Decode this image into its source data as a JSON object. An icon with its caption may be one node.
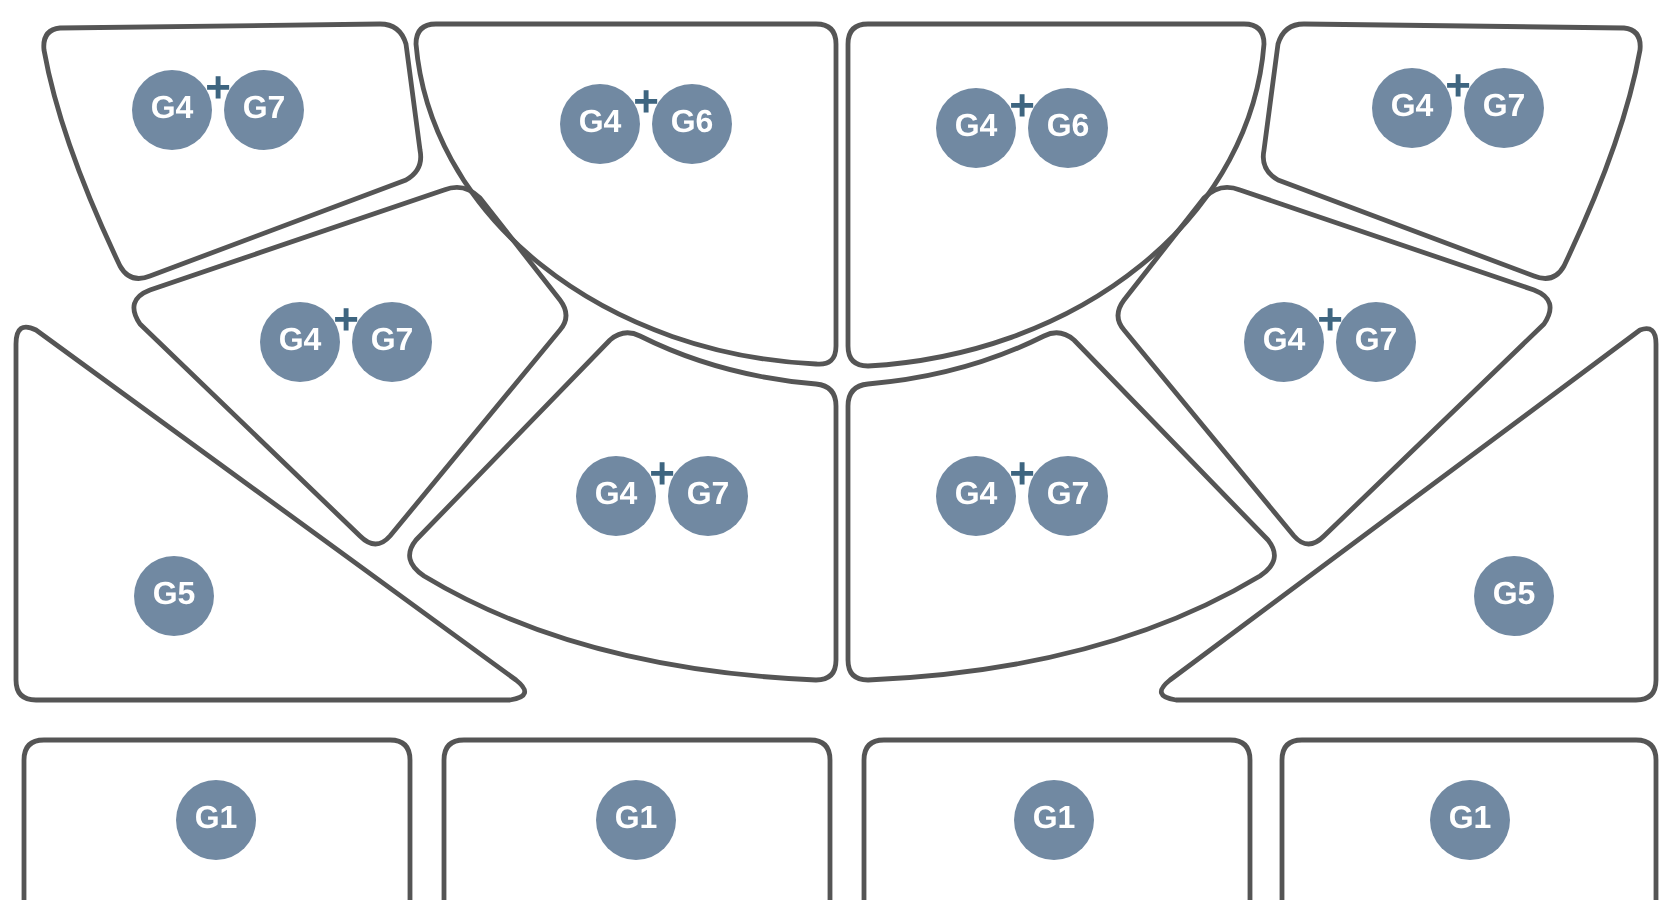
{
  "diagram": {
    "nodes": [
      {
        "text": [],
        "shape": "box"
      },
      {
        "text": [],
        "shape": "box"
      },
      {
        "text": [],
        "shape": "box"
      },
      {
        "text": [],
        "shape": "box"
      },
      {
        "text": [],
        "shape": "box"
      },
      {
        "text": [],
        "shape": "box"
      },
      {
        "text": [],
        "shape": "box"
      },
      {
        "text": [],
        "shape": "box"
      },
      {
        "text": [],
        "shape": "box"
      },
      {
        "text": [],
        "shape": "box"
      },
      {
        "text": [],
        "shape": "box"
      },
      {
        "text": [],
        "shape": "box"
      },
      {
        "text": [],
        "shape": "box"
      },
      {
        "text": [],
        "shape": "box"
      },
      {
        "text": [
          "G4"
        ],
        "in": 0
      },
      {
        "text": [
          "G7"
        ],
        "in": 0
      },
      {
        "text": [
          "G4"
        ],
        "in": 1
      },
      {
        "text": [
          "G6"
        ],
        "in": 1
      },
      {
        "text": [
          "G4"
        ],
        "in": 2
      },
      {
        "text": [
          "G6"
        ],
        "in": 2
      },
      {
        "text": [
          "G4"
        ],
        "in": 3
      },
      {
        "text": [
          "G7"
        ],
        "in": 3
      },
      {
        "text": [
          "G4"
        ],
        "in": 4
      },
      {
        "text": [
          "G7"
        ],
        "in": 4
      },
      {
        "text": [
          "G4"
        ],
        "in": 5
      },
      {
        "text": [
          "G7"
        ],
        "in": 5
      },
      {
        "text": [
          "G5"
        ],
        "in": 6
      },
      {
        "text": [
          "G4"
        ],
        "in": 7
      },
      {
        "text": [
          "G7"
        ],
        "in": 7
      },
      {
        "text": [
          "G4"
        ],
        "in": 8
      },
      {
        "text": [
          "G7"
        ],
        "in": 8
      },
      {
        "text": [
          "G5"
        ],
        "in": 9
      },
      {
        "text": [
          "G1"
        ],
        "in": 10
      },
      {
        "text": [
          "G1"
        ],
        "in": 11
      },
      {
        "text": [
          "G1"
        ],
        "in": 12
      },
      {
        "text": [
          "G1"
        ],
        "in": 13
      }
    ],
    "labels": [
      "+",
      "+",
      "+",
      "+",
      "+",
      "+",
      "+",
      "+"
    ]
  }
}
